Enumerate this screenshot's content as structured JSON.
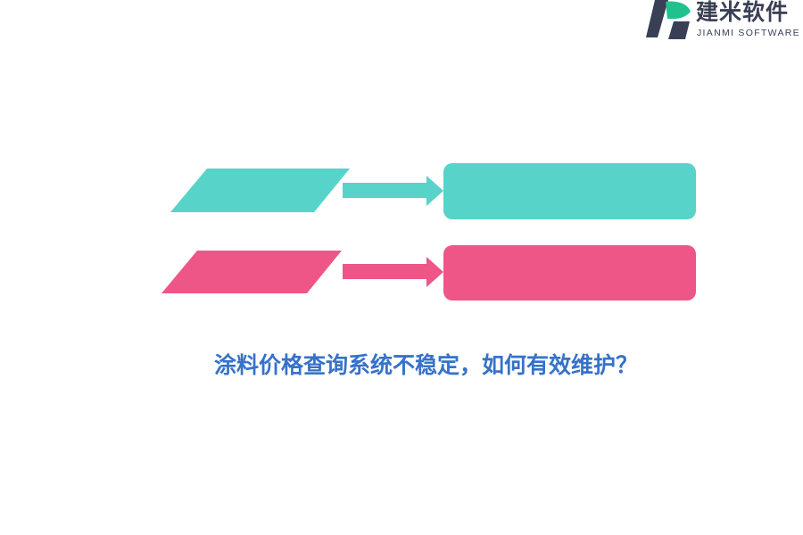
{
  "brand": {
    "name_cn": "建米软件",
    "name_en": "JIANMI SOFTWARE",
    "logo_icon": "jianmi-logo-icon",
    "colors": {
      "dark": "#3a3f55",
      "green": "#1fc28f"
    }
  },
  "diagram": {
    "rows": [
      {
        "color": "#58d3c9",
        "shape": "parallelogram",
        "connector": "arrow-right",
        "target": "rounded-rectangle"
      },
      {
        "color": "#ee5688",
        "shape": "parallelogram",
        "connector": "arrow-right",
        "target": "rounded-rectangle"
      }
    ]
  },
  "caption": "涂料价格查询系统不稳定，如何有效维护？",
  "colors": {
    "caption": "#3672c9",
    "teal": "#58d3c9",
    "pink": "#ee5688"
  }
}
